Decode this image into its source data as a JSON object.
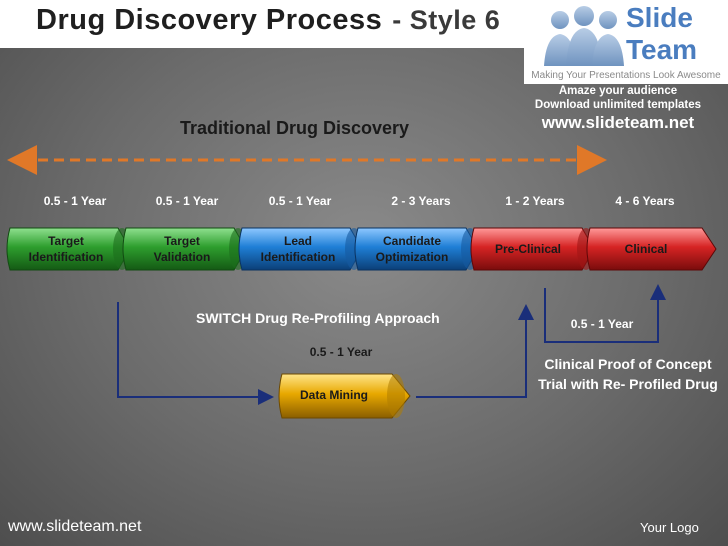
{
  "slide": {
    "title": "Drug Discovery Process",
    "title_suffix": "- Style 6",
    "brand": {
      "name_line1": "Slide",
      "name_line2": "Team",
      "tagline": "Making Your Presentations Look Awesome"
    },
    "ad": {
      "line1": "Amaze your audience",
      "line2": "Download unlimited templates",
      "url": "www.slideteam.net"
    },
    "traditional": {
      "title": "Traditional Drug Discovery"
    },
    "stages": [
      {
        "duration": "0.5 - 1 Year",
        "label": "Target\nIdentification",
        "color": "#2e9e2e"
      },
      {
        "duration": "0.5 - 1 Year",
        "label": "Target\nValidation",
        "color": "#2e9e2e"
      },
      {
        "duration": "0.5 - 1 Year",
        "label": "Lead\nIdentification",
        "color": "#1f7fd6"
      },
      {
        "duration": "2 - 3 Years",
        "label": "Candidate\nOptimization",
        "color": "#1f7fd6"
      },
      {
        "duration": "1 - 2 Years",
        "label": "Pre-Clinical",
        "color": "#d62424"
      },
      {
        "duration": "4 - 6 Years",
        "label": "Clinical",
        "color": "#d62424"
      }
    ],
    "switch": {
      "title": "SWITCH Drug Re-Profiling Approach",
      "duration": "0.5 - 1 Year",
      "data_mining": "Data Mining",
      "color": "#e8a800"
    },
    "clinical_proof": {
      "duration": "0.5 - 1 Year",
      "label": "Clinical Proof of Concept\nTrial with Re- Profiled Drug"
    },
    "footer": {
      "url": "www.slideteam.net",
      "logo": "Your Logo"
    },
    "colors": {
      "dashed_arrow": "#e07828",
      "flow_arrow": "#1a2e7a"
    }
  }
}
